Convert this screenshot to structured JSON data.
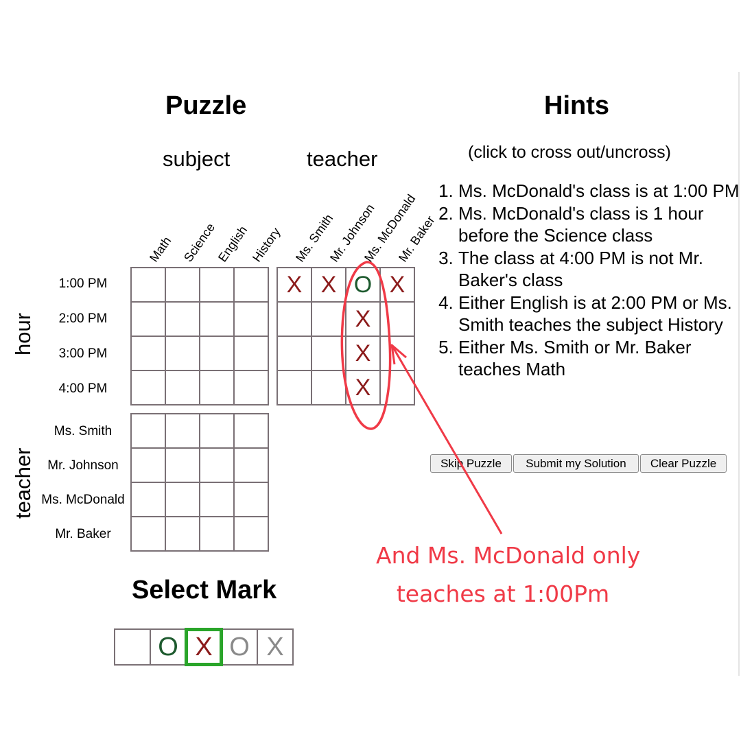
{
  "puzzle_title": "Puzzle",
  "hints_title": "Hints",
  "hints_subtitle": "(click to cross out/uncross)",
  "group_labels": {
    "subject": "subject",
    "teacher": "teacher"
  },
  "axis_labels": {
    "hour": "hour",
    "teacher": "teacher"
  },
  "columns": {
    "subjects": [
      "Math",
      "Science",
      "English",
      "History"
    ],
    "teachers": [
      "Ms. Smith",
      "Mr. Johnson",
      "Ms. McDonald",
      "Mr. Baker"
    ]
  },
  "rows": {
    "hours": [
      "1:00 PM",
      "2:00 PM",
      "3:00 PM",
      "4:00 PM"
    ],
    "teachers": [
      "Ms. Smith",
      "Mr. Johnson",
      "Ms. McDonald",
      "Mr. Baker"
    ]
  },
  "grids": {
    "hour_subject": [
      [
        "",
        "",
        "",
        ""
      ],
      [
        "",
        "",
        "",
        ""
      ],
      [
        "",
        "",
        "",
        ""
      ],
      [
        "",
        "",
        "",
        ""
      ]
    ],
    "hour_teacher": [
      [
        "X",
        "X",
        "O",
        "X"
      ],
      [
        "",
        "",
        "X",
        ""
      ],
      [
        "",
        "",
        "X",
        ""
      ],
      [
        "",
        "",
        "X",
        ""
      ]
    ],
    "teacher_subject": [
      [
        "",
        "",
        "",
        ""
      ],
      [
        "",
        "",
        "",
        ""
      ],
      [
        "",
        "",
        "",
        ""
      ],
      [
        "",
        "",
        "",
        ""
      ]
    ]
  },
  "hints": [
    "Ms. McDonald's class is at 1:00 PM",
    "Ms. McDonald's class is 1 hour before the Science class",
    "The class at 4:00 PM is not Mr. Baker's class",
    "Either English is at 2:00 PM or Ms. Smith teaches the subject History",
    "Either Ms. Smith or Mr. Baker teaches Math"
  ],
  "buttons": {
    "skip": "Skip Puzzle",
    "submit": "Submit my Solution",
    "clear": "Clear Puzzle"
  },
  "select_mark": {
    "title": "Select Mark",
    "options": [
      "",
      "O",
      "X",
      "O",
      "X"
    ],
    "selected_index": 2
  },
  "annotation": {
    "line1": "And Ms. McDonald only",
    "line2": "teaches at 1:00Pm"
  },
  "colors": {
    "mark_x": "#8b1a1a",
    "mark_o": "#1d5a2e",
    "mark_faded": "#8a8a8a",
    "annotation_red": "#f03a47",
    "select_highlight": "#2aa52a",
    "grid_border": "#7a7075"
  }
}
